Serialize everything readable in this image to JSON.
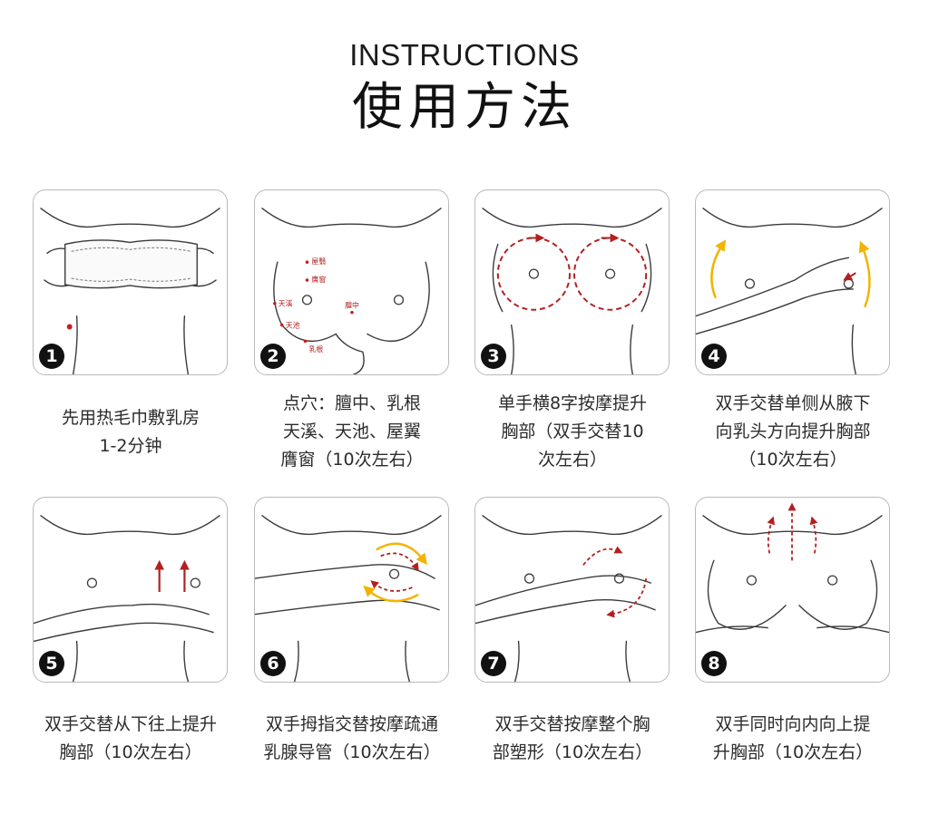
{
  "header": {
    "title_en": "INSTRUCTIONS",
    "title_cn": "使用方法"
  },
  "acupoints": [
    "屋翳",
    "膺窗",
    "天溪",
    "膻中",
    "天池",
    "乳根"
  ],
  "colors": {
    "accent_red": "#b22020",
    "accent_yellow": "#f2b400",
    "line": "#3a3a3a"
  },
  "steps": [
    {
      "number": "1",
      "lines": [
        "先用热毛巾敷乳房",
        "1-2分钟"
      ]
    },
    {
      "number": "2",
      "lines": [
        "点穴：膻中、乳根",
        "天溪、天池、屋翼",
        "膺窗（10次左右）"
      ]
    },
    {
      "number": "3",
      "lines": [
        "单手横8字按摩提升",
        "胸部（双手交替10",
        "次左右）"
      ]
    },
    {
      "number": "4",
      "lines": [
        "双手交替单侧从腋下",
        "向乳头方向提升胸部",
        "（10次左右）"
      ]
    },
    {
      "number": "5",
      "lines": [
        "双手交替从下往上提升",
        "胸部（10次左右）"
      ]
    },
    {
      "number": "6",
      "lines": [
        "双手拇指交替按摩疏通",
        "乳腺导管（10次左右）"
      ]
    },
    {
      "number": "7",
      "lines": [
        "双手交替按摩整个胸",
        "部塑形（10次左右）"
      ]
    },
    {
      "number": "8",
      "lines": [
        "双手同时向内向上提",
        "升胸部（10次左右）"
      ]
    }
  ]
}
